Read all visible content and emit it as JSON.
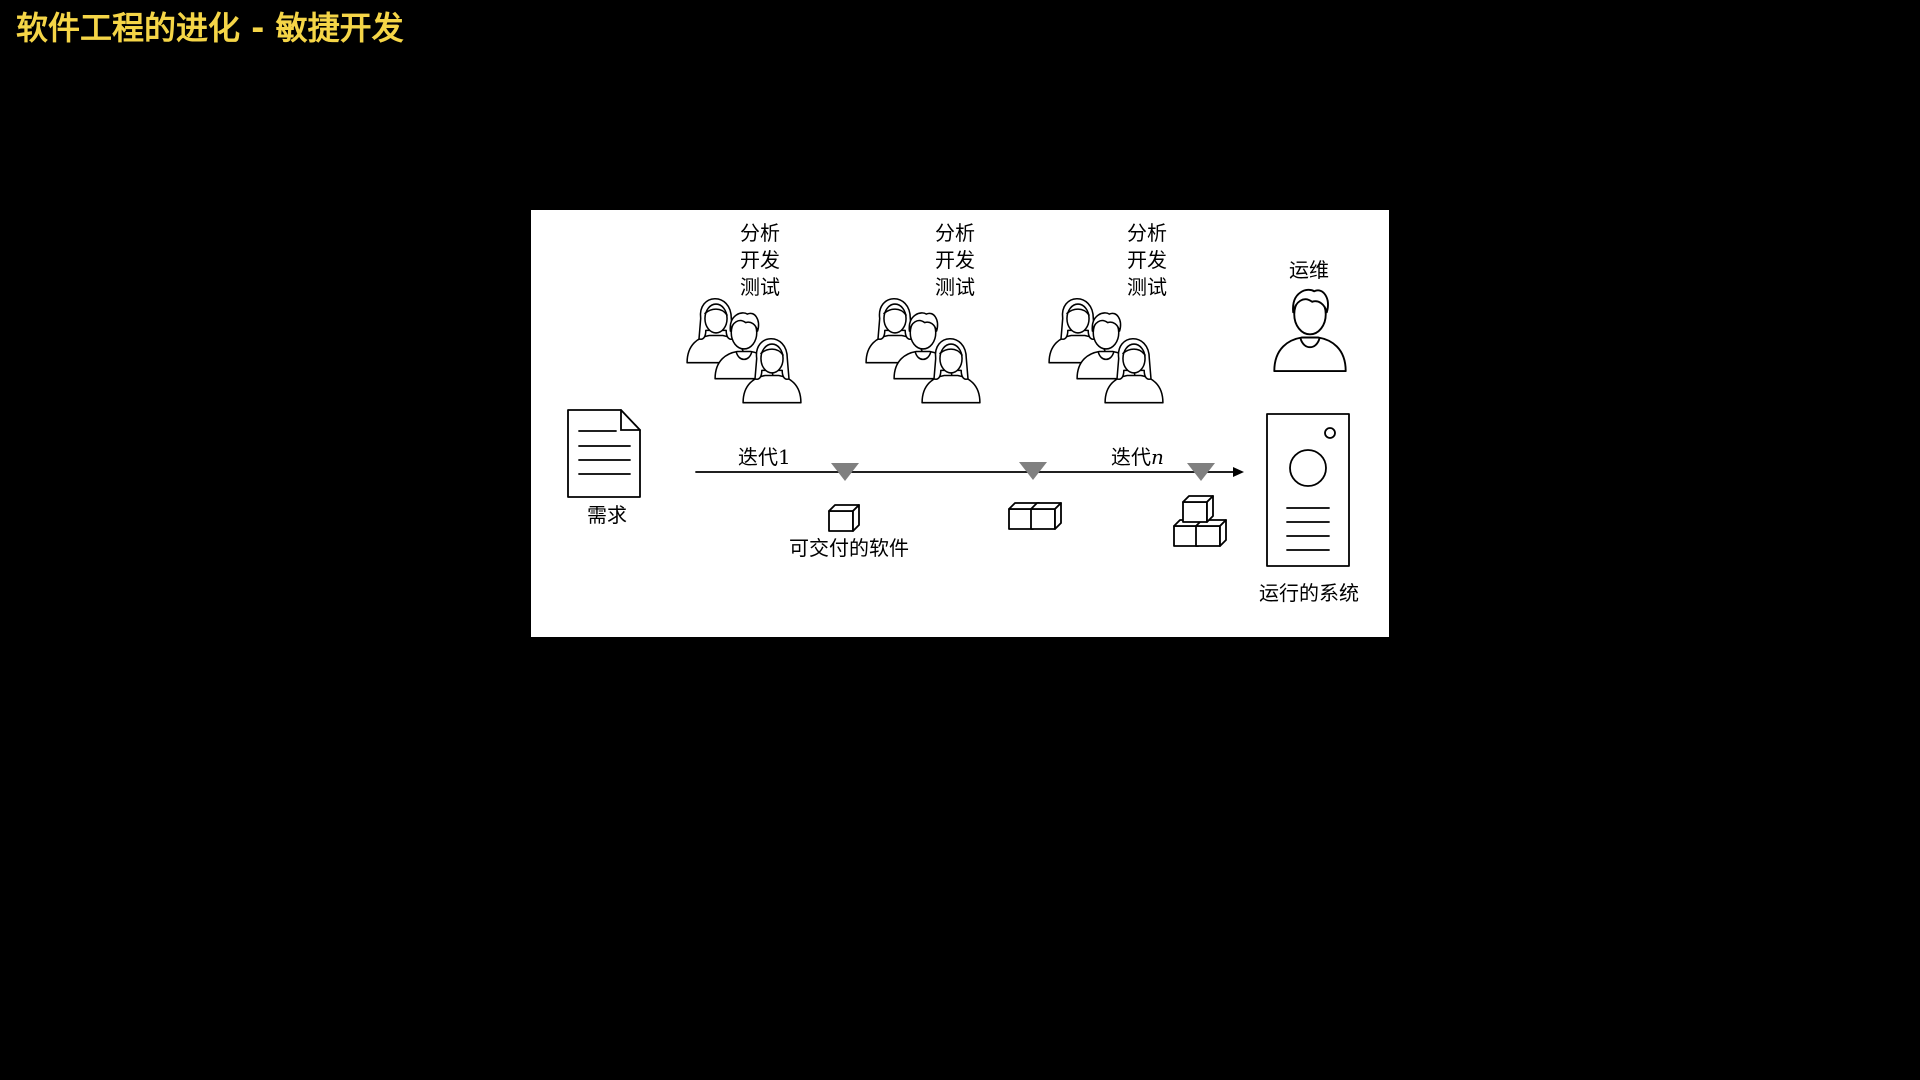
{
  "slide": {
    "title": "软件工程的进化 - 敏捷开发",
    "title_color": "#f5d547",
    "background": "#000000"
  },
  "diagram": {
    "panel_background": "#ffffff",
    "requirement_label": "需求",
    "team_groups": [
      {
        "lines": [
          "分析",
          "开发",
          "测试"
        ]
      },
      {
        "lines": [
          "分析",
          "开发",
          "测试"
        ]
      },
      {
        "lines": [
          "分析",
          "开发",
          "测试"
        ]
      }
    ],
    "iteration_first_prefix": "迭代",
    "iteration_first_suffix": "1",
    "iteration_last_prefix": "迭代",
    "iteration_last_suffix": "n",
    "deliverable_label": "可交付的软件",
    "ops_label": "运维",
    "running_system_label": "运行的系统",
    "marker_color": "#808080",
    "icons": {
      "requirement": "document-icon",
      "team": "team-people-icon",
      "ops": "person-icon",
      "milestone": "milestone-triangle-icon",
      "deliverable": "cube-icon",
      "system": "server-cabinet-icon"
    }
  }
}
